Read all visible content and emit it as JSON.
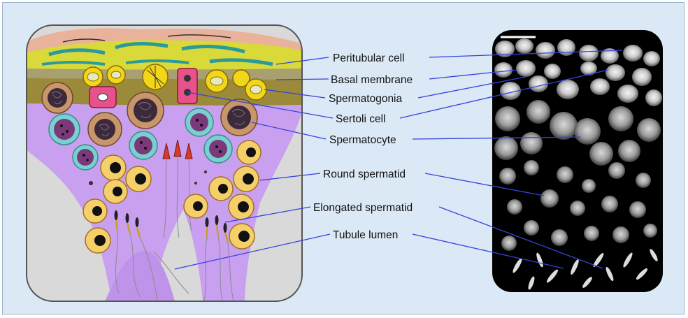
{
  "labels": [
    {
      "id": "peritubular",
      "text": "Peritubular cell"
    },
    {
      "id": "basal",
      "text": "Basal membrane"
    },
    {
      "id": "spermatogonia",
      "text": "Spermatogonia"
    },
    {
      "id": "sertoli",
      "text": "Sertoli cell"
    },
    {
      "id": "spermatocyte",
      "text": "Spermatocyte"
    },
    {
      "id": "round",
      "text": "Round spermatid"
    },
    {
      "id": "elongated",
      "text": "Elongated spermatid"
    },
    {
      "id": "lumen",
      "text": "Tubule lumen"
    }
  ],
  "colors": {
    "background": "#dbe8f5",
    "leader_line": "#3344dd",
    "panel_border": "#555555",
    "micrograph": "#000000"
  }
}
